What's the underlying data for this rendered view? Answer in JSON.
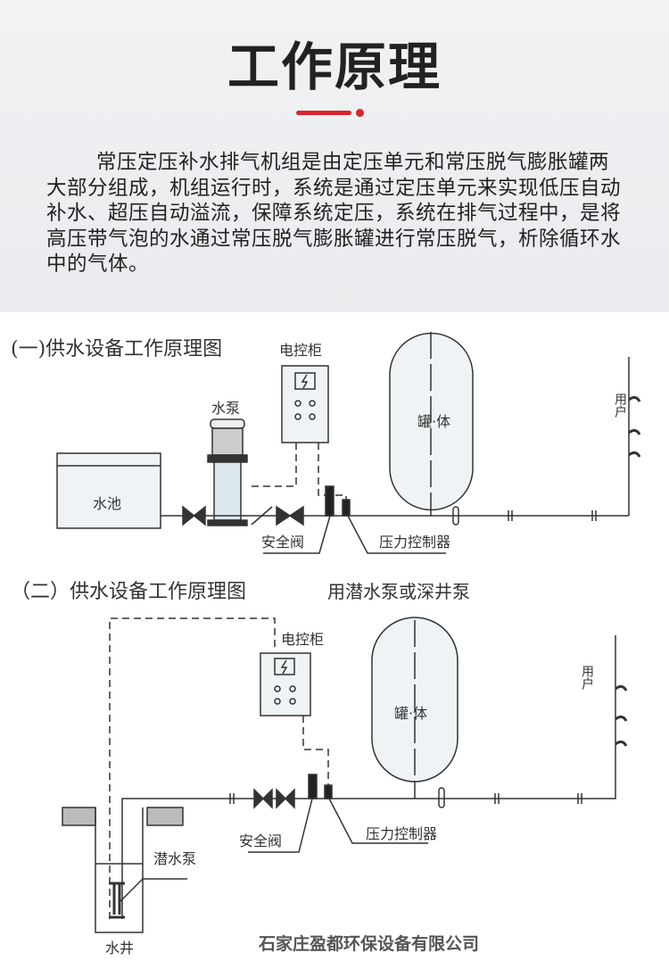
{
  "header": {
    "title": "工作原理"
  },
  "intro": "常压定压补水排气机组是由定压单元和常压脱气膨胀罐两大部分组成，机组运行时，系统是通过定压单元来实现低压自动补水、超压自动溢流，保障系统定压，系统在排气过程中，是将高压带气泡的水通过常压脱气膨胀罐进行常压脱气，析除循环水中的气体。",
  "diagram1": {
    "title": "(一)供水设备工作原理图",
    "cabinet": "电控柜",
    "pump": "水泵",
    "pool": "水池",
    "tank": "罐·体",
    "user": "用户",
    "safety_valve": "安全阀",
    "pressure_controller": "压力控制器"
  },
  "diagram2": {
    "title": "（二）供水设备工作原理图",
    "subtitle": "用潜水泵或深井泵",
    "cabinet": "电控柜",
    "tank": "罐·体",
    "user": "用户",
    "safety_valve": "安全阀",
    "pressure_controller": "压力控制器",
    "sub_pump": "潜水泵",
    "well": "水井"
  },
  "footer": {
    "company": "石家庄盈都环保设备有限公司"
  }
}
